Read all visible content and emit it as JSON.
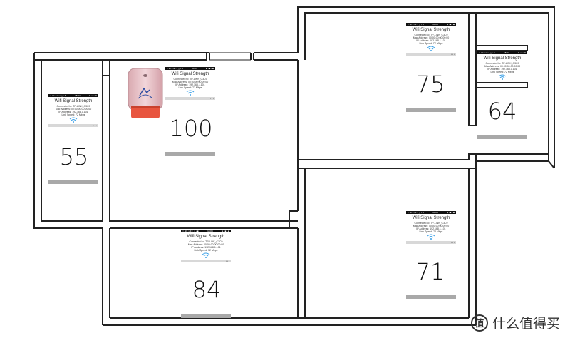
{
  "rooms": [
    {
      "id": "left",
      "signal": "55"
    },
    {
      "id": "living",
      "signal": "100"
    },
    {
      "id": "top-right",
      "signal": "75"
    },
    {
      "id": "far-right",
      "signal": "64"
    },
    {
      "id": "bottom-middle",
      "signal": "84"
    },
    {
      "id": "bottom-right",
      "signal": "71"
    }
  ],
  "screenshot": {
    "title": "Wifi Signal Strength",
    "status_left": "∷ all ∷ all ○ △ • ■",
    "status_center": "18:04",
    "status_right": "■ • ■ • ■",
    "info": [
      "Connected to: TP-LINK_C3C9",
      "Mac Address: 00:00:00:00:00:00",
      "IP Address: 192.168.1.101",
      "Link Speed: 72 Mbps"
    ],
    "bar_text": "• • •"
  },
  "router": {
    "icon": "router-icon"
  },
  "watermark": {
    "badge": "值",
    "text": "什么值得买"
  },
  "colors": {
    "wall": "#222222",
    "bar": "#a9a9a9",
    "router": "#e8c3c8",
    "router_base": "#e8553f",
    "wifi": "#3aa0e8"
  }
}
